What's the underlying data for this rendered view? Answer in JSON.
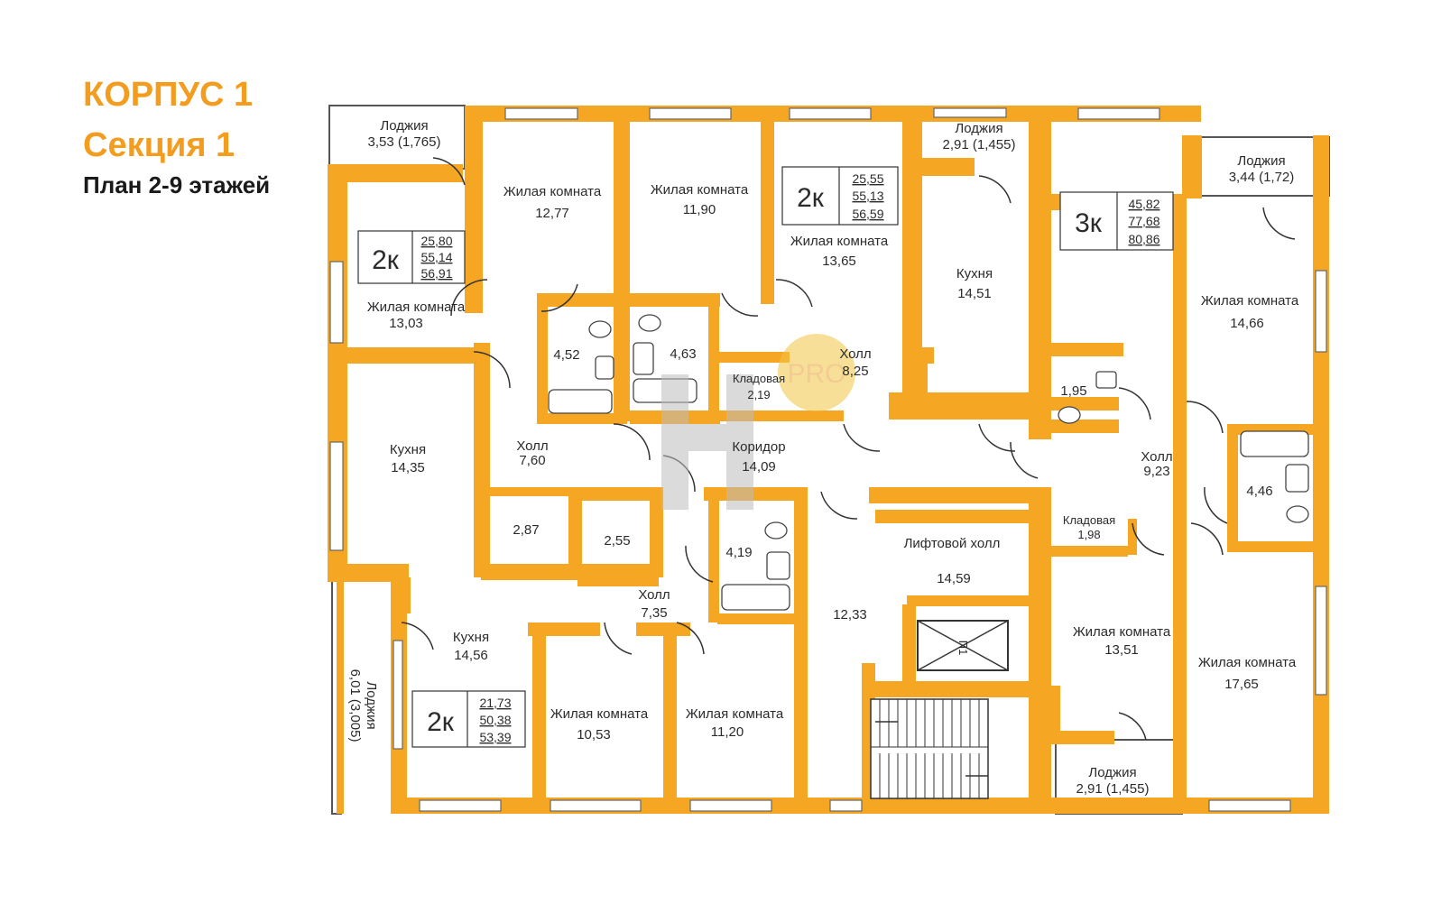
{
  "header": {
    "line1": "КОРПУС 1",
    "line2": "Секция 1",
    "line3": "План 2-9 этажей"
  },
  "watermark": {
    "text": "PRO"
  },
  "apartments": [
    {
      "type": "2к",
      "living": "25,80",
      "total": "55,14",
      "total_with_loggia": "56,91"
    },
    {
      "type": "2к",
      "living": "25,55",
      "total": "55,13",
      "total_with_loggia": "56,59"
    },
    {
      "type": "3к",
      "living": "45,82",
      "total": "77,68",
      "total_with_loggia": "80,86"
    },
    {
      "type": "2к",
      "living": "21,73",
      "total": "50,38",
      "total_with_loggia": "53,39"
    }
  ],
  "rooms": [
    {
      "name": "Лоджия",
      "area": "3,53 (1,765)"
    },
    {
      "name": "Жилая комната",
      "area": "12,77"
    },
    {
      "name": "Жилая комната",
      "area": "11,90"
    },
    {
      "name": "Жилая комната",
      "area": "13,65"
    },
    {
      "name": "Лоджия",
      "area": "2,91 (1,455)"
    },
    {
      "name": "Лоджия",
      "area": "3,44 (1,72)"
    },
    {
      "name": "Жилая комната",
      "area": "13,03"
    },
    {
      "name": "Кухня",
      "area": "14,51"
    },
    {
      "name": "Жилая комната",
      "area": "14,66"
    },
    {
      "name": "",
      "area": "4,52"
    },
    {
      "name": "",
      "area": "4,63"
    },
    {
      "name": "Кладовая",
      "area": "2,19"
    },
    {
      "name": "Холл",
      "area": "8,25"
    },
    {
      "name": "",
      "area": "1,95"
    },
    {
      "name": "Кухня",
      "area": "14,35"
    },
    {
      "name": "Холл",
      "area": "7,60"
    },
    {
      "name": "Коридор",
      "area": "14,09"
    },
    {
      "name": "Холл",
      "area": "9,23"
    },
    {
      "name": "",
      "area": "4,46"
    },
    {
      "name": "",
      "area": "2,87"
    },
    {
      "name": "",
      "area": "2,55"
    },
    {
      "name": "",
      "area": "4,19"
    },
    {
      "name": "Кладовая",
      "area": "1,98"
    },
    {
      "name": "Лифтовой холл",
      "area": "14,59"
    },
    {
      "name": "Холл",
      "area": "7,35"
    },
    {
      "name": "",
      "area": "12,33"
    },
    {
      "name": "Жилая комната",
      "area": "13,51"
    },
    {
      "name": "Кухня",
      "area": "14,56"
    },
    {
      "name": "Жилая комната",
      "area": "17,65"
    },
    {
      "name": "Жилая комната",
      "area": "10,53"
    },
    {
      "name": "Жилая комната",
      "area": "11,20"
    },
    {
      "name": "Лоджия",
      "area": "6,01 (3,005)"
    },
    {
      "name": "Лоджия",
      "area": "2,91 (1,455)"
    }
  ],
  "elevator_label": "П1",
  "colors": {
    "wall": "#f5a623",
    "title": "#f39c1d",
    "text": "#2b2b2b"
  }
}
